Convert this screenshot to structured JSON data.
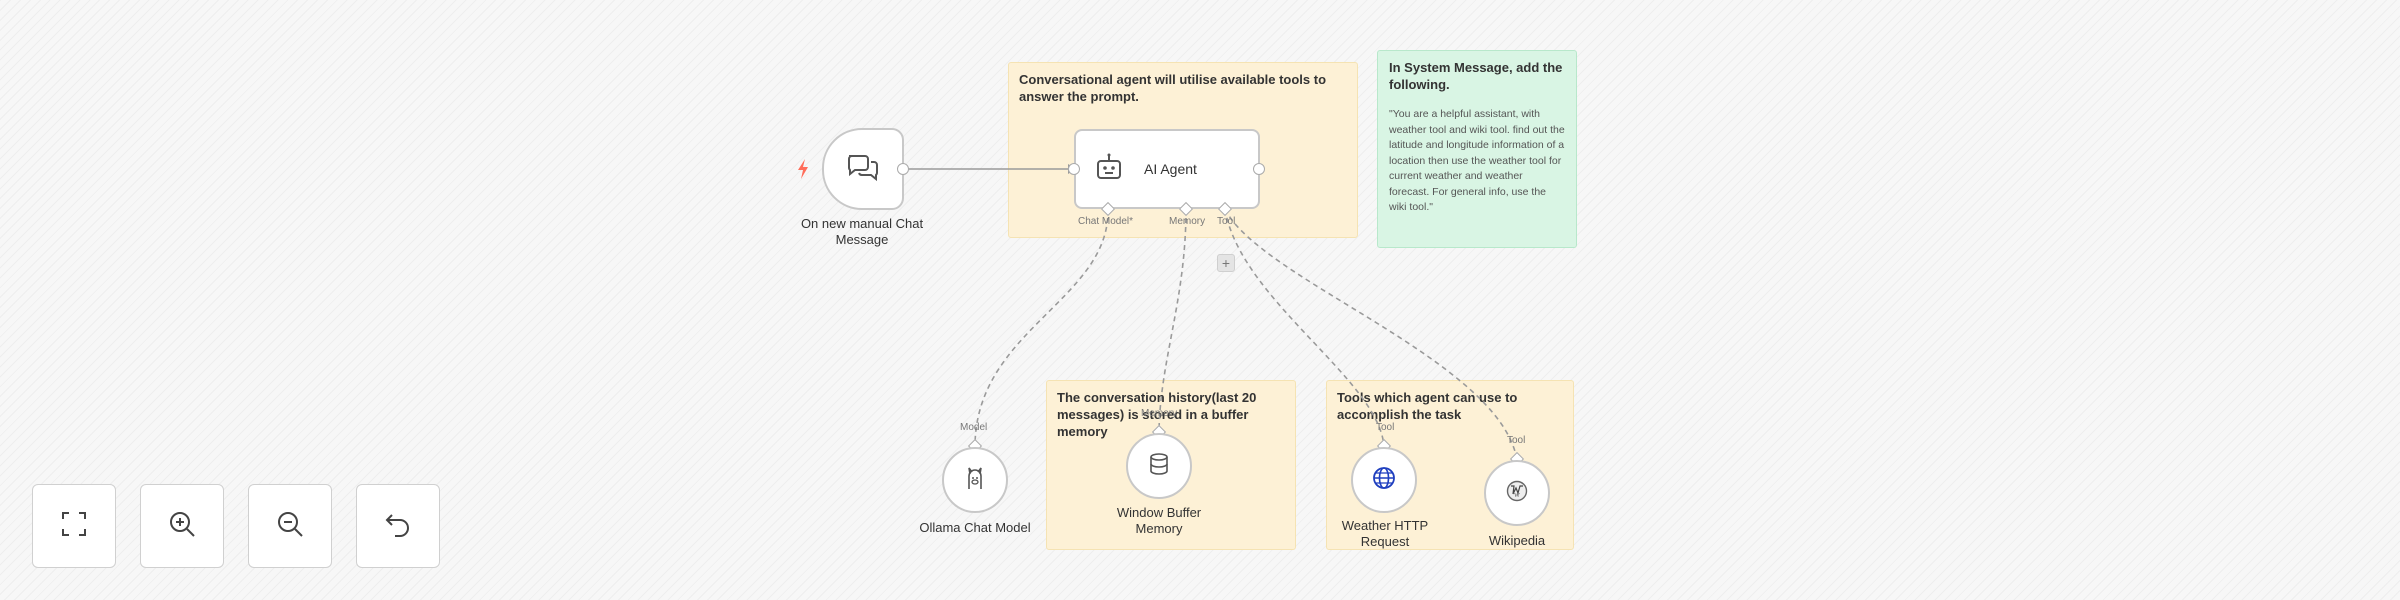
{
  "notes": {
    "agent_note": "Conversational agent will utilise available tools to answer the prompt.",
    "system_title": "In System Message, add the following.",
    "system_body": "\"You are a helpful assistant, with weather tool and wiki tool. find out the latitude and longitude information of a location then use the weather tool for current weather and weather forecast. For general info, use the wiki tool.\"",
    "memory_note": "The conversation history(last 20 messages) is stored in a buffer memory",
    "tools_note": "Tools which agent can use to accomplish the task"
  },
  "nodes": {
    "trigger": {
      "label": "On new manual Chat Message",
      "icon": "chat-bubbles-icon"
    },
    "agent": {
      "label": "AI Agent",
      "icon": "robot-icon"
    },
    "ollama": {
      "label": "Ollama Chat Model",
      "icon": "ollama-llama-icon"
    },
    "memory": {
      "label": "Window Buffer Memory",
      "icon": "database-icon"
    },
    "weather": {
      "label": "Weather HTTP Request",
      "icon": "globe-icon"
    },
    "wikipedia": {
      "label": "Wikipedia",
      "icon": "wikipedia-globe-icon"
    }
  },
  "ports": {
    "chat_model": "Chat Model*",
    "memory": "Memory",
    "tool": "Tool",
    "model_in": "Model",
    "memory_in": "Memory",
    "tool_in_weather": "Tool",
    "tool_in_wiki": "Tool"
  },
  "controls": {
    "fit": "fit-view-icon",
    "zoom_in": "zoom-in-icon",
    "zoom_out": "zoom-out-icon",
    "reset": "undo-icon"
  },
  "colors": {
    "sticky_yellow": "#fdf1d6",
    "sticky_green": "#d9f5e4",
    "trigger_bolt": "#ff6d5a",
    "globe_blue": "#1f3fbf"
  }
}
